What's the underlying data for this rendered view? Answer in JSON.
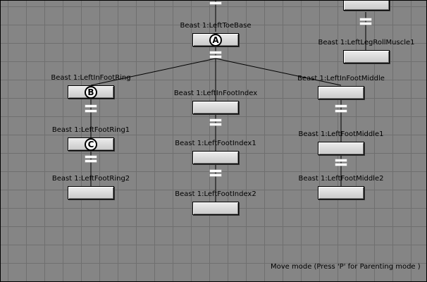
{
  "nodes": {
    "left_toe_base": "Beast 1:LeftToeBase",
    "left_leg_roll_muscle1": "Beast 1:LeftLegRollMuscle1",
    "left_in_foot_ring": "Beast 1:LeftInFootRing",
    "left_in_foot_index": "Beast 1:LeftInFootIndex",
    "left_in_foot_middle": "Beast 1:LeftInFootMiddle",
    "left_foot_ring1": "Beast 1:LeftFootRing1",
    "left_foot_index1": "Beast 1:LeftFootIndex1",
    "left_foot_middle1": "Beast 1:LeftFootMiddle1",
    "left_foot_ring2": "Beast 1:LeftFootRing2",
    "left_foot_index2": "Beast 1:LeftFootIndex2",
    "left_foot_middle2": "Beast 1:LeftFootMiddle2"
  },
  "markers": {
    "a": "A",
    "b": "B",
    "c": "C"
  },
  "status_text": "Move mode (Press 'P' for Parenting mode )",
  "colors": {
    "background": "#858585",
    "grid": "#6f6f6f",
    "node_fill": "#dcdcdc",
    "link_line": "#000000",
    "link_dash": "#ffffff"
  }
}
